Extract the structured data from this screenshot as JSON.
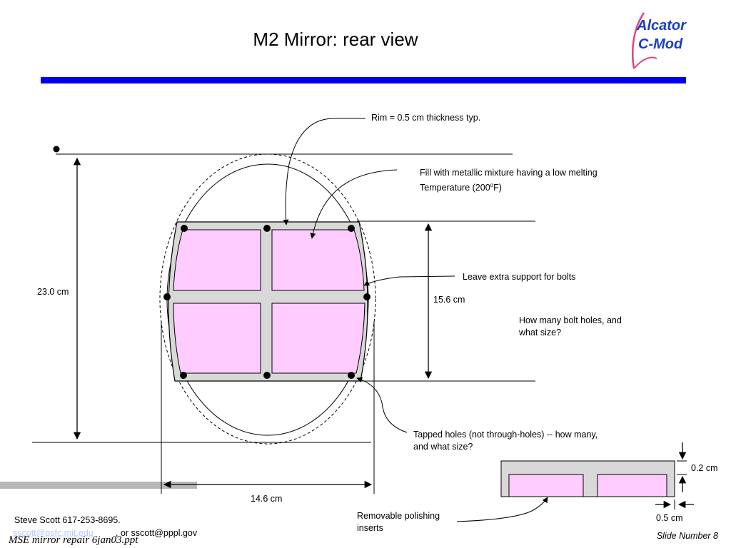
{
  "slide": {
    "title": "M2 Mirror:  rear view",
    "slide_number": "Slide Number 8"
  },
  "logo": {
    "line1": "Alcator",
    "line2": "C-Mod"
  },
  "labels": {
    "rim": "Rim = 0.5 cm thickness typ.",
    "fill_line1": "Fill with metallic mixture having a low melting",
    "fill_line2_pre": "Temperature (200",
    "fill_sup": "o",
    "fill_line2_post": "F)",
    "extra_support": "Leave extra support for bolts",
    "bolt_q_line1": "How many bolt holes, and",
    "bolt_q_line2": "what size?",
    "tapped_line1": "Tapped holes (not through-holes)  -- how many,",
    "tapped_line2": "and what size?",
    "inserts_line1": "Removable polishing",
    "inserts_line2": "inserts"
  },
  "dimensions": {
    "height_total": "23.0 cm",
    "height_rect": "15.6 cm",
    "width": "14.6 cm",
    "depth": "0.2 cm",
    "wall": "0.5 cm"
  },
  "footer": {
    "author": "Steve Scott  617-253-8695.",
    "email": "sscott@psfc.mit.edu",
    "alt_email": ",  or sscott@pppl.gov",
    "file": "MSE mirror repair 6jan03.ppt"
  },
  "colors": {
    "accent_bar": "#0000ee",
    "insert_fill": "#ffccff",
    "frame_fill": "#d8d8d8",
    "logo_text": "#1a3fbf",
    "logo_swoosh": "#e0457a"
  }
}
